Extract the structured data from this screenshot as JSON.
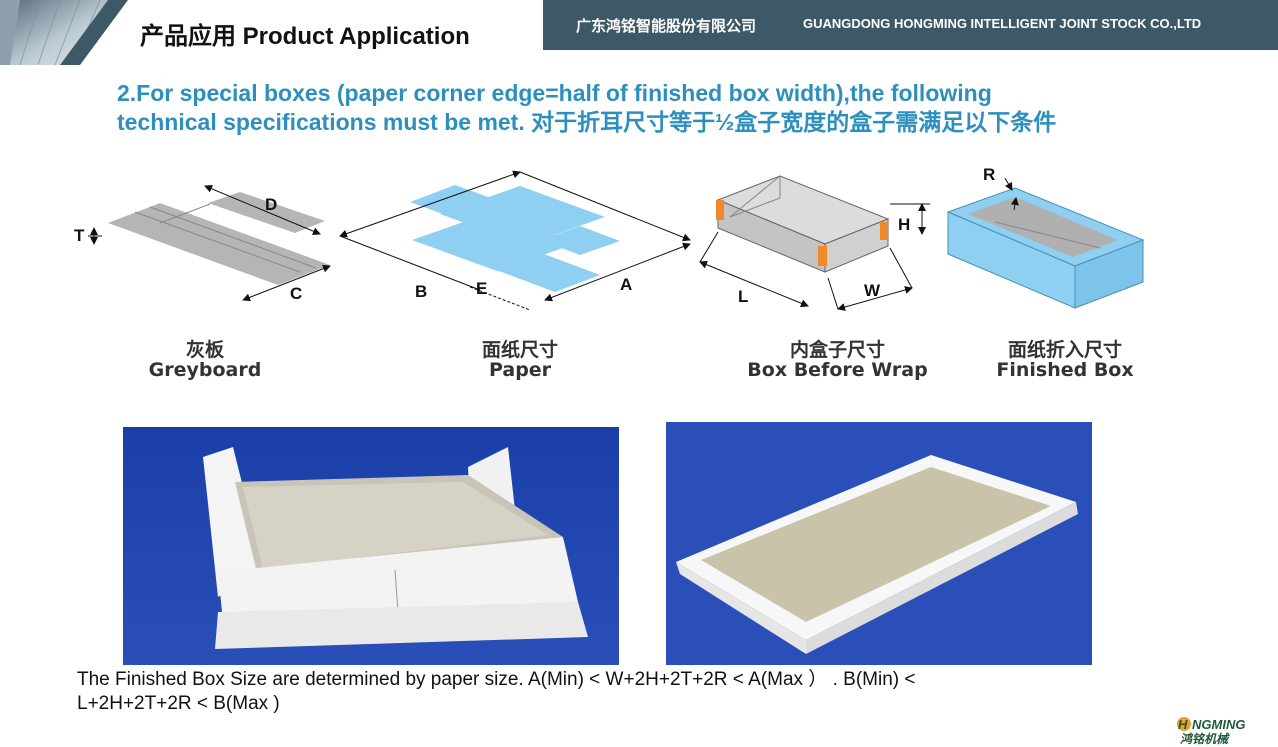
{
  "header": {
    "title": "产品应用 Product Application",
    "company_cn": "广东鸿铭智能股份有限公司",
    "company_en": "GUANGDONG HONGMING INTELLIGENT JOINT STOCK CO.,LTD"
  },
  "heading": {
    "line1": "2.For special boxes (paper corner edge=half of finished box width),the following",
    "line2": "technical specifications must be met. 对于折耳尺寸等于½盒子宽度的盒子需满足以下条件"
  },
  "diagrams": {
    "greyboard": {
      "labels": {
        "t": "T",
        "d": "D",
        "c": "C"
      },
      "caption_cn": "灰板",
      "caption_en": "Greyboard"
    },
    "paper": {
      "labels": {
        "b": "B",
        "e": "E",
        "a": "A"
      },
      "caption_cn": "面纸尺寸",
      "caption_en": "Paper"
    },
    "inner_box": {
      "labels": {
        "h": "H",
        "l": "L",
        "w": "W"
      },
      "caption_cn": "内盒子尺寸",
      "caption_en": "Box Before Wrap"
    },
    "finished_box": {
      "labels": {
        "r": "R"
      },
      "caption_cn": "面纸折入尺寸",
      "caption_en": "Finished Box"
    }
  },
  "formula": {
    "line1": "The Finished Box Size are determined by paper size. A(Min) < W+2H+2T+2R < A(Max ）  . B(Min) <",
    "line2": "L+2H+2T+2R < B(Max )"
  },
  "logo": {
    "brand": "HONGMING",
    "cn": "鸿铭机械"
  },
  "colors": {
    "banner": "#3d5866",
    "heading": "#2d8fbe",
    "paper_blue": "#8fd0f2",
    "greyboard": "#b5b5b5",
    "corner": "#ee8a2a"
  }
}
